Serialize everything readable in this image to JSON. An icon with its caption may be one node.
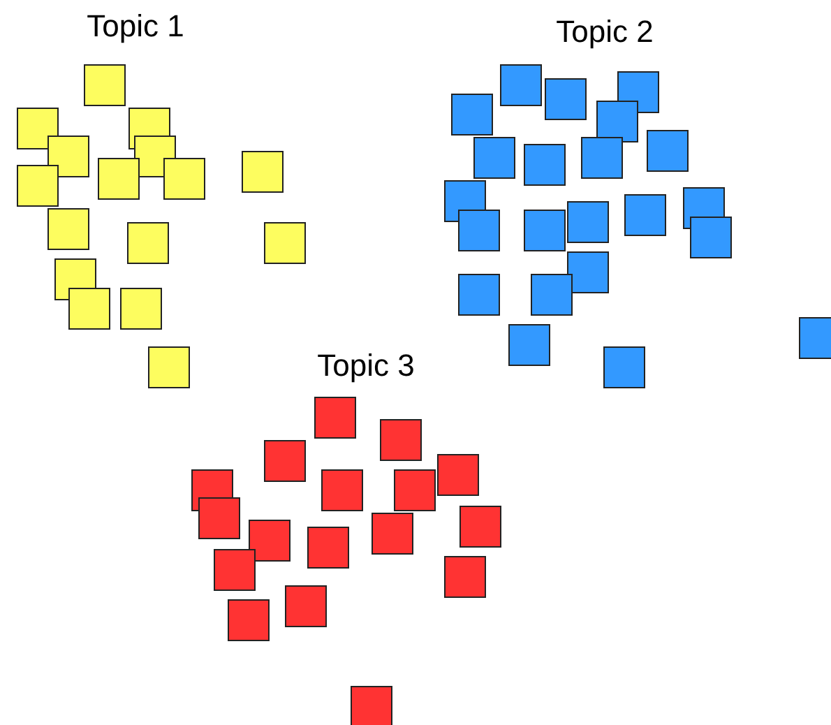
{
  "diagram": {
    "labels": [
      "Topic 1",
      "Topic 2",
      "Topic 3"
    ]
  }
}
